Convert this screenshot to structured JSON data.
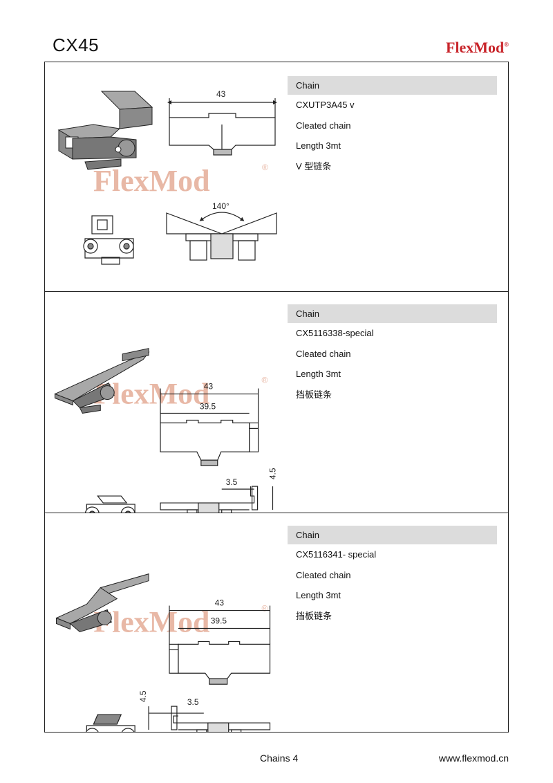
{
  "header": {
    "model": "CX45",
    "brand": "FlexMod",
    "brand_mark": "®"
  },
  "watermark": {
    "text": "FlexMod",
    "mark": "®",
    "color": "#e8b8a6"
  },
  "sections": [
    {
      "info": {
        "title": "Chain",
        "code": "CXUTP3A45  v",
        "type": "Cleated chain",
        "length": "Length 3mt",
        "chinese": "V 型链条"
      },
      "dims": {
        "width": "43",
        "angle": "140°"
      }
    },
    {
      "info": {
        "title": "Chain",
        "code": "CX5116338-special",
        "type": "Cleated  chain",
        "length": "Length 3mt",
        "chinese": "挡板链条"
      },
      "dims": {
        "outer": "43",
        "inner": "39.5",
        "offset": "3.5",
        "height": "4.5"
      }
    },
    {
      "info": {
        "title": "Chain",
        "code": "CX5116341- special",
        "type": "Cleated chain",
        "length": "Length 3mt",
        "chinese": "挡板链条"
      },
      "dims": {
        "outer": "43",
        "inner": "39.5",
        "offset": "3.5",
        "height": "4.5"
      }
    }
  ],
  "footer": {
    "page": "Chains 4",
    "url": "www.flexmod.cn"
  },
  "colors": {
    "brand": "#c8242a",
    "header_bar": "#dcdcdc",
    "part_gray": "#8a8a8a"
  }
}
